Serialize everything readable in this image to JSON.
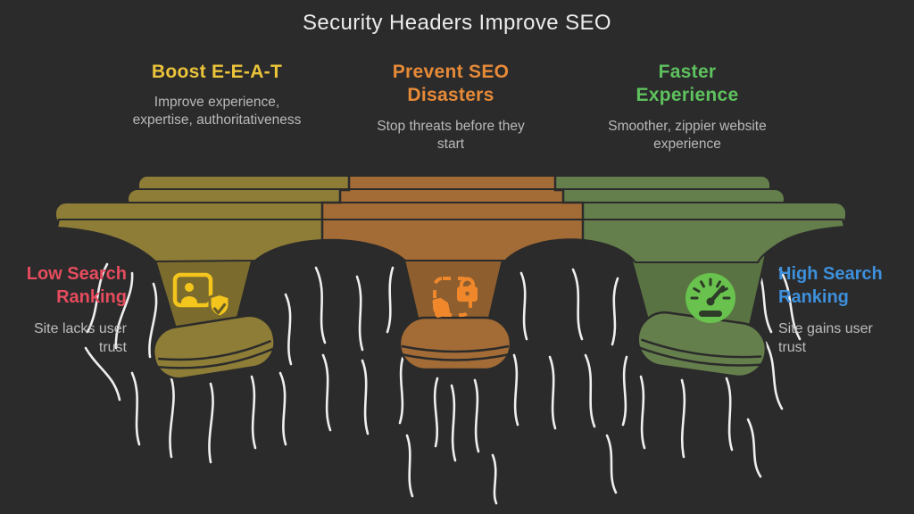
{
  "title": "Security Headers Improve SEO",
  "columns": [
    {
      "heading": "Boost E-E-A-T",
      "description": "Improve experience, expertise, authoritativeness",
      "icon": "id-badge-check-icon"
    },
    {
      "heading": "Prevent SEO Disasters",
      "description": "Stop threats before they start",
      "icon": "document-lock-icon"
    },
    {
      "heading": "Faster Experience",
      "description": "Smoother, zippier website experience",
      "icon": "speedometer-icon"
    }
  ],
  "side_labels": {
    "left": {
      "heading": "Low Search Ranking",
      "description": "Site lacks user trust"
    },
    "right": {
      "heading": "High Search Ranking",
      "description": "Site gains user trust"
    }
  },
  "colors": {
    "background": "#2b2b2b",
    "title_text": "#ececec",
    "muted_text": "#b9b9b9",
    "eeat_heading": "#ecc43a",
    "seo_heading": "#e78a38",
    "speed_heading": "#5ec25e",
    "low_rank": "#e64c5e",
    "high_rank": "#3d90dc",
    "bridge_yellow": "#8d7d37",
    "bridge_yellow_dark": "#7b6c2d",
    "bridge_orange": "#a36b35",
    "bridge_orange_dark": "#8f5e2e",
    "bridge_green": "#657f4c",
    "bridge_green_dark": "#5a7343",
    "icon_yellow": "#f4c51d",
    "icon_orange": "#f0882b",
    "icon_green": "#68c24d",
    "wave": "#efefef"
  }
}
